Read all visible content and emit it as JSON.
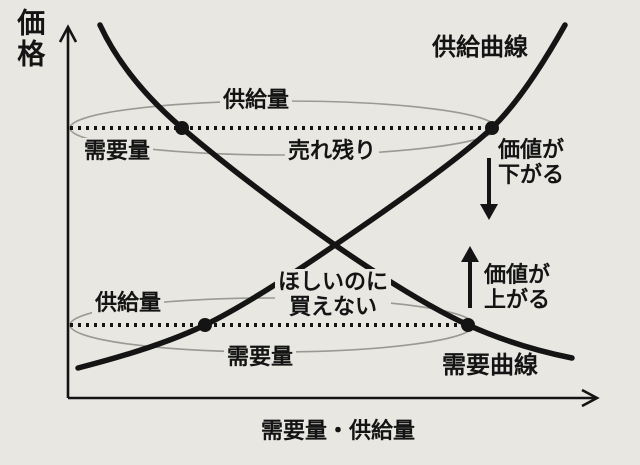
{
  "y_axis_label": "価格",
  "x_axis_label": "需要量・供給量",
  "supply_curve_label": "供給曲線",
  "demand_curve_label": "需要曲線",
  "upper": {
    "supply_qty_label": "供給量",
    "demand_qty_label": "需要量",
    "gap_label": "売れ残り",
    "effect_line1": "価値が",
    "effect_line2": "下がる"
  },
  "lower": {
    "supply_qty_label": "供給量",
    "demand_qty_label": "需要量",
    "gap_line1": "ほしいのに",
    "gap_line2": "買えない",
    "effect_line1": "価値が",
    "effect_line2": "上がる"
  },
  "colors": {
    "background": "#e9e7e2",
    "curve": "#141414",
    "ellipse_outline": "#9a9a94"
  }
}
